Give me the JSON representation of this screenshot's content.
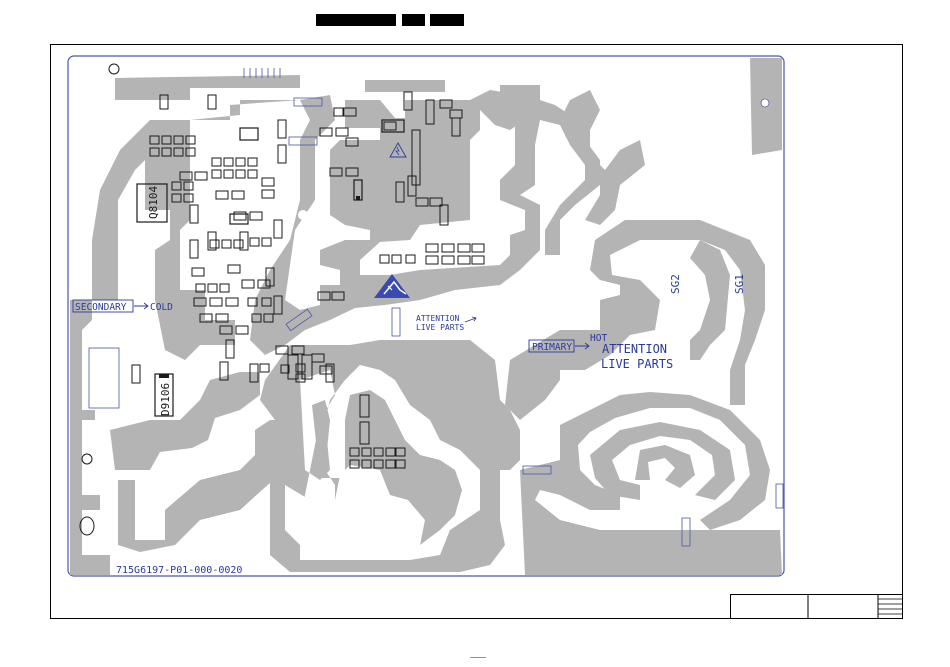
{
  "board": {
    "part_number": "715G6197-P01-000-0020",
    "secondary_label": "SECONDARY",
    "cold_label": "COLD",
    "primary_label": "PRIMARY",
    "hot_label": "HOT",
    "attention_small_line1": "ATTENTION",
    "attention_small_line2": "LIVE PARTS",
    "attention_large_line1": "ATTENTION",
    "attention_large_line2": "LIVE PARTS",
    "spark_gap_1": "SG1",
    "spark_gap_2": "SG2",
    "transistor_ref": "Q8104",
    "diode_ref": "D9106"
  },
  "colors": {
    "copper": "#b4b4b4",
    "silkscreen": "#2a3a9a",
    "board_outline": "#4a56a8",
    "pad": "#1a1a1a"
  },
  "icons": {
    "esd": "esd-warning-icon",
    "hv": "high-voltage-icon"
  }
}
